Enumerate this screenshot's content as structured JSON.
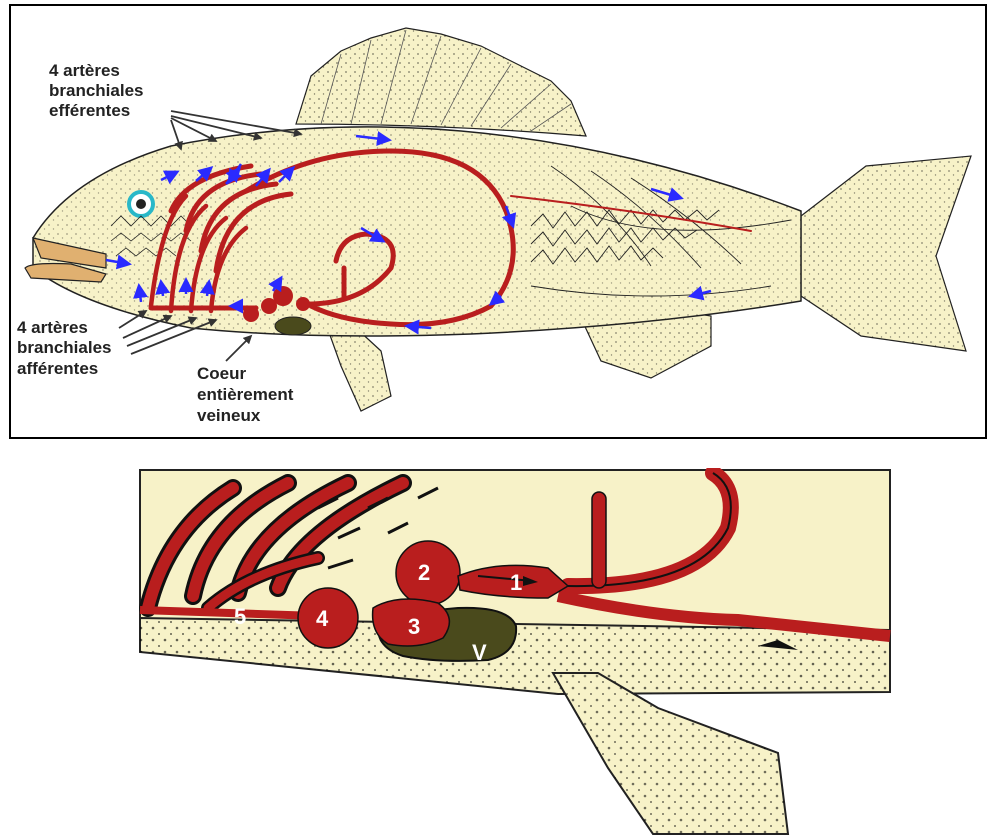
{
  "top": {
    "label_efferent": [
      "4 artères",
      "branchiales",
      "efférentes"
    ],
    "label_afferent": [
      "4 artères",
      "branchiales",
      "afférentes"
    ],
    "label_heart": [
      "Coeur",
      "entièrement",
      "veineux"
    ]
  },
  "zoom": {
    "markers": [
      "1",
      "2",
      "3",
      "4",
      "5",
      "V"
    ]
  },
  "colors": {
    "body": "#f7f2c8",
    "vessel": "#b91e1e",
    "flow_arrow": "#2a2aff",
    "ventricle": "#4a4a1c",
    "eye_ring": "#29b8c8",
    "mouth": "#e0b070"
  }
}
